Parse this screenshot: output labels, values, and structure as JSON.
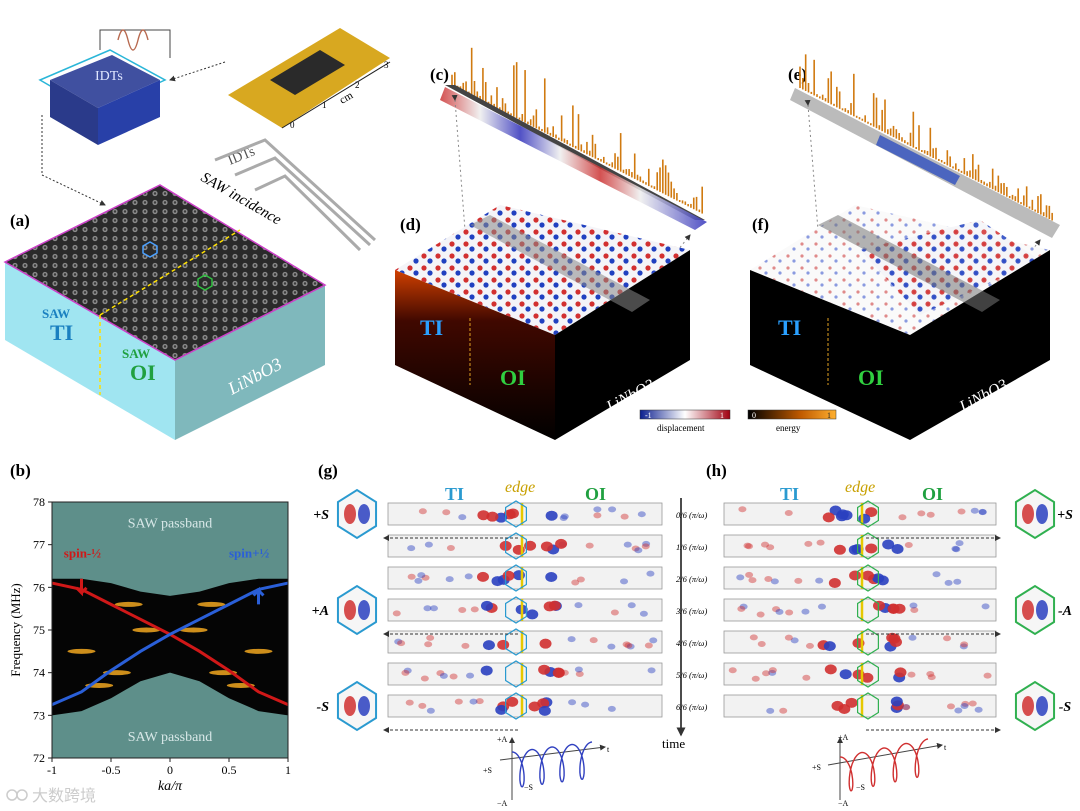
{
  "panels": {
    "a": "(a)",
    "b": "(b)",
    "c": "(c)",
    "d": "(d)",
    "e": "(e)",
    "f": "(f)",
    "g": "(g)",
    "h": "(h)"
  },
  "panel_a": {
    "idt_label_top": "IDTs",
    "idt_label_right": "IDTs",
    "saw_incidence": "SAW incidence",
    "cm_label": "cm",
    "ruler_ticks": [
      "0",
      "1",
      "2",
      "3"
    ],
    "saw_ti_small": "SAW",
    "saw_ti_big": "TI",
    "saw_oi_small": "SAW",
    "saw_oi_big": "OI",
    "substrate": "LiNbO3"
  },
  "panel_df": {
    "ti": "TI",
    "oi": "OI",
    "substrate": "LiNbO3",
    "displacement_label": "displacement",
    "displacement_min": "-1",
    "displacement_max": "1",
    "energy_label": "energy",
    "energy_min": "0",
    "energy_max": "1"
  },
  "chart_data": {
    "type": "line",
    "xlabel": "ka/π",
    "ylabel": "Frequency (MHz)",
    "xlim": [
      -1,
      1
    ],
    "ylim": [
      72,
      78
    ],
    "xticks": [
      "-1",
      "-0.5",
      "0",
      "0.5",
      "1"
    ],
    "yticks": [
      "72",
      "73",
      "74",
      "75",
      "76",
      "77",
      "78"
    ],
    "annotations": [
      "SAW passband",
      "SAW passband"
    ],
    "colors": {
      "spin_minus": "#d01818",
      "spin_plus": "#2a5fd8",
      "passband": "#5e8f8a"
    },
    "series": [
      {
        "name": "spin-½",
        "x": [
          -1,
          -0.75,
          -0.5,
          -0.25,
          0,
          0.25,
          0.5,
          0.75,
          1
        ],
        "values": [
          76.1,
          75.95,
          75.6,
          75.25,
          74.9,
          74.5,
          74.05,
          73.55,
          73.25
        ]
      },
      {
        "name": "spin+½",
        "x": [
          -1,
          -0.75,
          -0.5,
          -0.25,
          0,
          0.25,
          0.5,
          0.75,
          1
        ],
        "values": [
          73.25,
          73.55,
          74.05,
          74.5,
          74.9,
          75.25,
          75.6,
          75.95,
          76.1
        ]
      },
      {
        "name": "",
        "x": [
          -1,
          -0.75,
          -0.5,
          -0.25,
          0,
          0.25,
          0.5,
          0.75,
          1
        ],
        "values": [
          73.0,
          73.1,
          73.4,
          73.8,
          74.0,
          73.8,
          73.4,
          73.1,
          73.0
        ]
      },
      {
        "name": "",
        "x": [
          -1,
          -0.75,
          -0.5,
          -0.25,
          0,
          0.25,
          0.5,
          0.75,
          1
        ],
        "values": [
          76.2,
          76.2,
          76.1,
          75.9,
          75.8,
          75.9,
          76.1,
          76.2,
          76.2
        ]
      }
    ]
  },
  "panel_gh": {
    "ti": "TI",
    "edge": "edge",
    "oi": "OI",
    "time_label": "time",
    "time_steps": [
      "0/6 (π/ω)",
      "1/6 (π/ω)",
      "2/6 (π/ω)",
      "3/6 (π/ω)",
      "4/6 (π/ω)",
      "5/6 (π/ω)",
      "6/6 (π/ω)"
    ],
    "g_states": [
      "+S",
      "+A",
      "-S"
    ],
    "h_states": [
      "+S",
      "-A",
      "-S"
    ],
    "axis_plus_a": "+A",
    "axis_minus_a": "−A",
    "axis_plus_s": "+S",
    "axis_minus_s": "−S",
    "axis_t": "t"
  },
  "watermark": "大数跨境"
}
